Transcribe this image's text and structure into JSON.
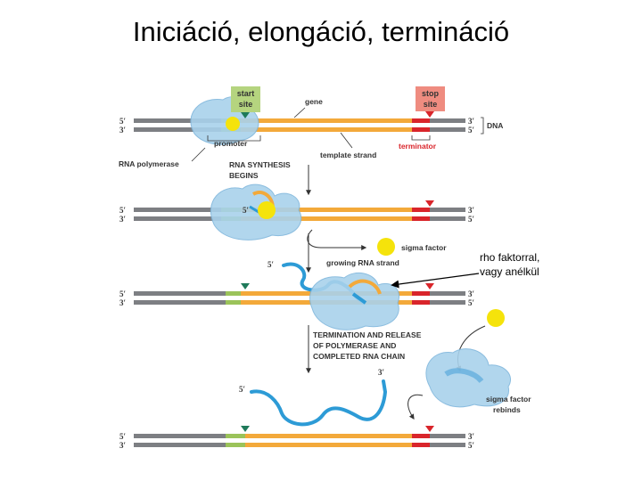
{
  "title": "Iniciáció, elongáció, termináció",
  "labels": {
    "start_site_1": "start",
    "start_site_2": "site",
    "gene": "gene",
    "stop_site_1": "stop",
    "stop_site_2": "site",
    "dna": "DNA",
    "promoter": "promoter",
    "terminator": "terminator",
    "template_strand": "template strand",
    "rna_polymerase": "RNA polymerase",
    "rna_synthesis_1": "RNA SYNTHESIS",
    "rna_synthesis_2": "BEGINS",
    "sigma_factor": "sigma factor",
    "growing_rna": "growing RNA strand",
    "termination_1": "TERMINATION AND RELEASE",
    "termination_2": "OF POLYMERASE AND",
    "termination_3": "COMPLETED RNA CHAIN",
    "sigma_rebinds_1": "sigma factor",
    "sigma_rebinds_2": "rebinds",
    "prime5": "5′",
    "prime3": "3′"
  },
  "annotation": {
    "line1": "rho faktorral,",
    "line2": "vagy anélkül"
  },
  "colors": {
    "dna_gray": "#7d7f83",
    "gene_orange": "#f3a93a",
    "promoter_green": "#9bc35a",
    "terminator_red": "#d9252b",
    "start_marker": "#1f7a5a",
    "stop_marker": "#d9252b",
    "polymerase_blue": "#a9d2ec",
    "rna_blue": "#2d9bd6",
    "sigma_yellow": "#f5e30b",
    "start_label_bg": "#b5d47f",
    "stop_label_bg": "#ef8c80",
    "terminator_text": "#d9252b"
  }
}
